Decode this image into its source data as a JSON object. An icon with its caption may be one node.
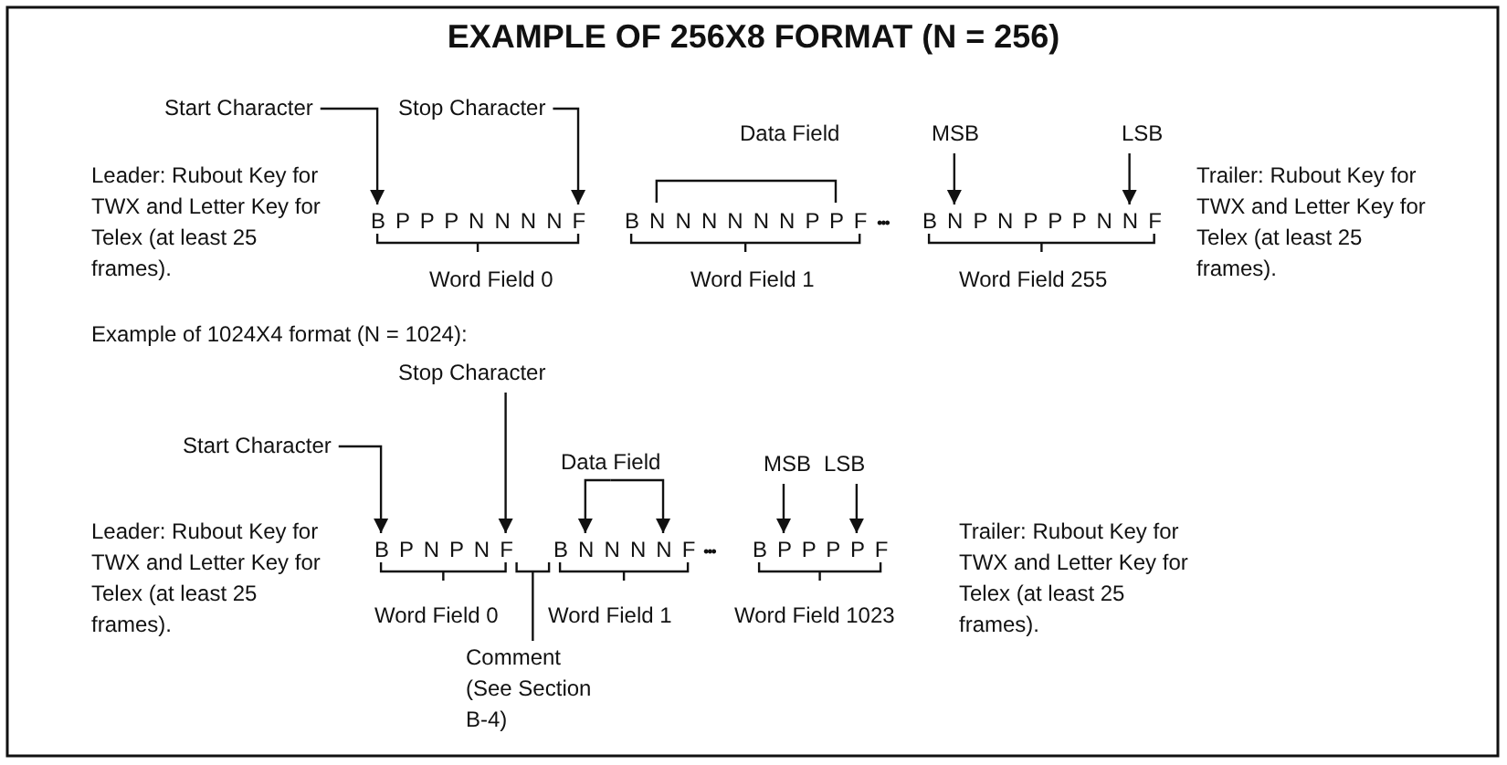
{
  "diagram": {
    "title": "EXAMPLE OF 256X8 FORMAT (N = 256)",
    "nodes": [
      {
        "text": [
          "Start Character"
        ]
      },
      {
        "text": [
          "Stop Character"
        ]
      },
      {
        "text": [
          "MSB"
        ]
      },
      {
        "text": [
          "LSB"
        ]
      },
      {
        "text": [
          "B P P P N N N N F"
        ]
      },
      {
        "text": [
          "B N N N N N N P P F"
        ]
      },
      {
        "text": [
          "B N P N P P P N N F"
        ]
      },
      {
        "text": [
          "Stop Character"
        ]
      },
      {
        "text": [
          "Start Character"
        ]
      },
      {
        "text": [
          "Data Field"
        ]
      },
      {
        "text": [
          "MSB"
        ]
      },
      {
        "text": [
          "LSB"
        ]
      },
      {
        "text": [
          "B P N P N F"
        ]
      },
      {
        "text": [
          "B N N N N F"
        ]
      },
      {
        "text": [
          "B P P P P F"
        ]
      },
      {
        "text": [
          "Comment (See Section B-4)"
        ]
      },
      {
        "text": [],
        "shape": "bracket"
      }
    ],
    "edges": [
      {
        "from": 0,
        "to": 4,
        "arrow": "to"
      },
      {
        "from": 1,
        "to": 4,
        "arrow": "to"
      },
      {
        "from": 2,
        "to": 6,
        "arrow": "to"
      },
      {
        "from": 3,
        "to": 6,
        "arrow": "to"
      },
      {
        "from": 7,
        "to": 12,
        "arrow": "to"
      },
      {
        "from": 8,
        "to": 12,
        "arrow": "to"
      },
      {
        "from": 9,
        "to": 13,
        "arrow": "to"
      },
      {
        "from": 9,
        "to": 13,
        "arrow": "to"
      },
      {
        "from": 10,
        "to": 14,
        "arrow": "to"
      },
      {
        "from": 11,
        "to": 14,
        "arrow": "to"
      },
      {
        "from": 15,
        "to": 16,
        "arrow": "none"
      }
    ],
    "labels": [
      "Data Field",
      "Leader: Rubout Key for TWX and Letter Key for Telex (at least 25 frames).",
      "•••",
      "Trailer: Rubout Key for TWX and Letter Key for Telex (at least 25 frames).",
      "Word Field 0",
      "Word Field 1",
      "Word Field 255",
      "Example of 1024X4 format (N = 1024):",
      "Leader: Rubout Key for TWX and Letter Key for Telex (at least 25 frames).",
      "•••",
      "Trailer: Rubout Key for TWX and Letter Key for Telex (at least 25 frames).",
      "Word Field 0",
      "Word Field 1",
      "Word Field 1023"
    ]
  }
}
